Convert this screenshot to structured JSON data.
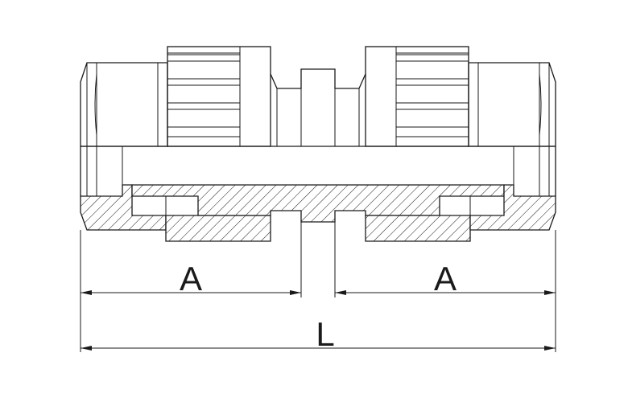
{
  "dimensions": {
    "left_label": "A",
    "right_label": "A",
    "overall_label": "L"
  }
}
